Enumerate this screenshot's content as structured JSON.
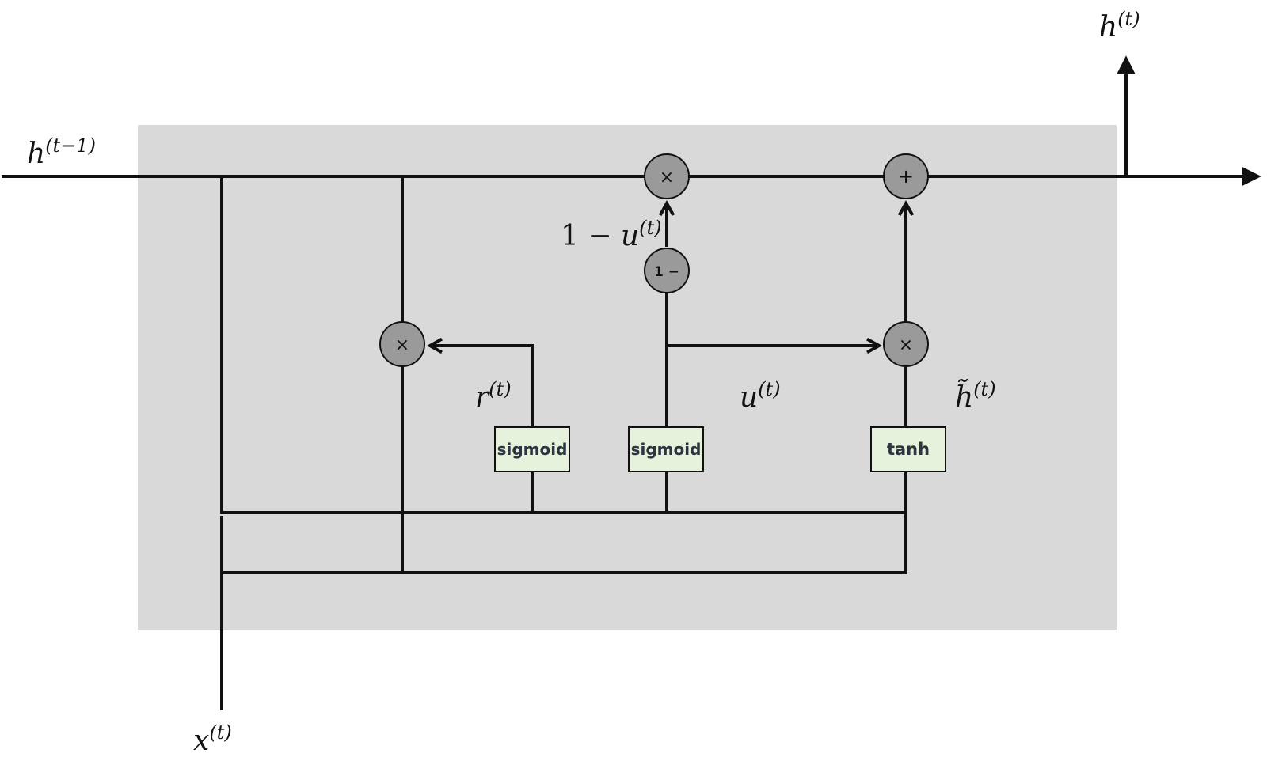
{
  "labels": {
    "h_prev": {
      "base": "h",
      "sup": "(t−1)"
    },
    "h_out": {
      "base": "h",
      "sup": "(t)"
    },
    "x_in": {
      "base": "x",
      "sup": "(t)"
    },
    "r": {
      "base": "r",
      "sup": "(t)"
    },
    "u": {
      "base": "u",
      "sup": "(t)"
    },
    "one_minus_u": {
      "prefix": "1 − ",
      "base": "u",
      "sup": "(t)"
    },
    "h_tilde": {
      "base": "h̃",
      "sup": "(t)"
    }
  },
  "operators": {
    "multiply": "×",
    "add": "+",
    "one_minus": "1 −"
  },
  "activations": {
    "reset_gate": "sigmoid",
    "update_gate": "sigmoid",
    "candidate": "tanh"
  },
  "colors": {
    "cell_background": "#d9d9d9",
    "operator_fill": "#9a9a9a",
    "activation_fill": "#e6f2dc",
    "line": "#111111"
  }
}
